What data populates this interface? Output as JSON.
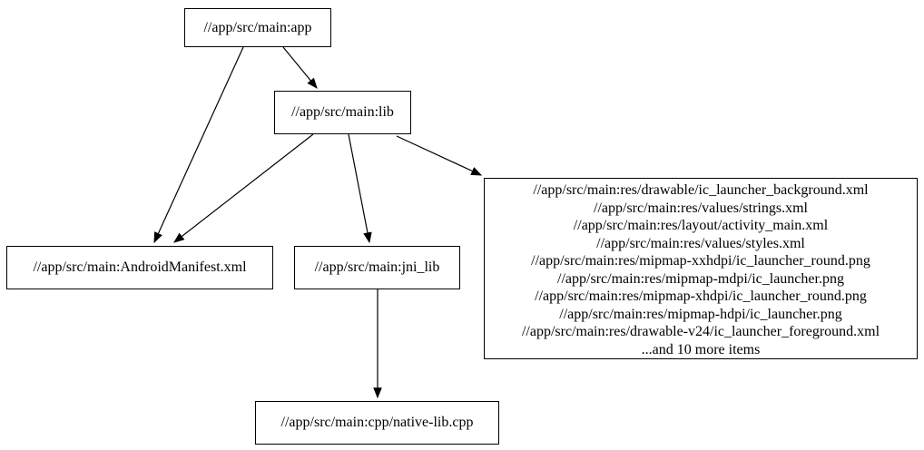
{
  "diagram": {
    "kind": "build-target-dependency-graph",
    "background_color": "#ffffff",
    "node_border_color": "#000000",
    "edge_color": "#000000",
    "text_color": "#000000"
  },
  "nodes": {
    "app": {
      "label": "//app/src/main:app"
    },
    "lib": {
      "label": "//app/src/main:lib"
    },
    "manifest": {
      "label": "//app/src/main:AndroidManifest.xml"
    },
    "jni_lib": {
      "label": "//app/src/main:jni_lib"
    },
    "native_lib": {
      "label": "//app/src/main:cpp/native-lib.cpp"
    },
    "resources": {
      "lines": [
        "//app/src/main:res/drawable/ic_launcher_background.xml",
        "//app/src/main:res/values/strings.xml",
        "//app/src/main:res/layout/activity_main.xml",
        "//app/src/main:res/values/styles.xml",
        "//app/src/main:res/mipmap-xxhdpi/ic_launcher_round.png",
        "//app/src/main:res/mipmap-mdpi/ic_launcher.png",
        "//app/src/main:res/mipmap-xhdpi/ic_launcher_round.png",
        "//app/src/main:res/mipmap-hdpi/ic_launcher.png",
        "//app/src/main:res/drawable-v24/ic_launcher_foreground.xml",
        "...and 10 more items"
      ]
    }
  },
  "edges": [
    {
      "from": "//app/src/main:app",
      "to": "//app/src/main:AndroidManifest.xml"
    },
    {
      "from": "//app/src/main:app",
      "to": "//app/src/main:lib"
    },
    {
      "from": "//app/src/main:lib",
      "to": "//app/src/main:AndroidManifest.xml"
    },
    {
      "from": "//app/src/main:lib",
      "to": "//app/src/main:jni_lib"
    },
    {
      "from": "//app/src/main:lib",
      "to": "resources-group"
    },
    {
      "from": "//app/src/main:jni_lib",
      "to": "//app/src/main:cpp/native-lib.cpp"
    }
  ]
}
